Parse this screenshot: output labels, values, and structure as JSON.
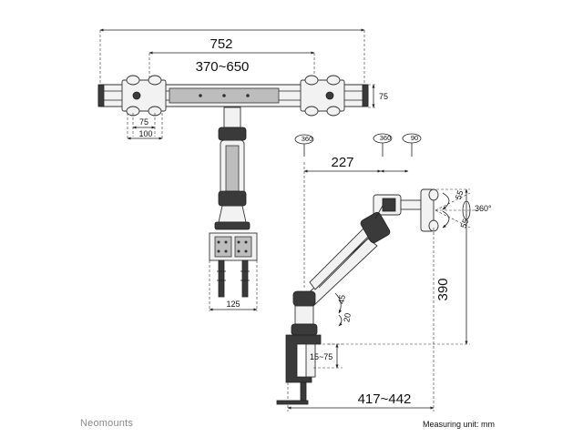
{
  "brand": "Neomounts",
  "measuring_unit": "Measuring unit: mm",
  "dimensions": {
    "total_width": "752",
    "arm_range": "370~650",
    "bar_height": "75",
    "vesa_small": "75",
    "vesa_large": "100",
    "clamp_width": "125",
    "arm_reach": "227",
    "arm_height": "390",
    "desk_thickness": "15~75",
    "base_reach": "417~442",
    "tilt_up": "55",
    "tilt_down": "55",
    "rotation": "360°",
    "arm_tilt": "45",
    "arm_lower": "20"
  },
  "swivels": {
    "base": "360",
    "joint": "360",
    "head": "90"
  }
}
